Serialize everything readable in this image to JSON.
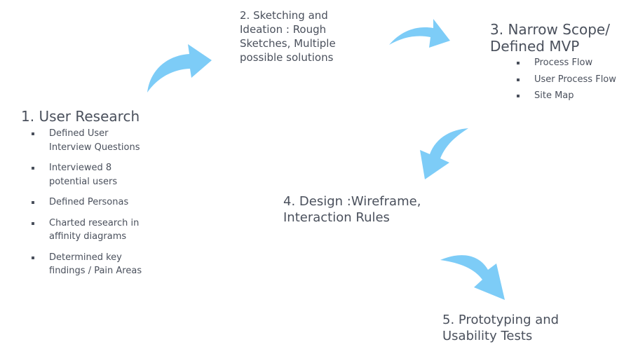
{
  "steps": {
    "step1": {
      "title": "1. User Research",
      "bullets": [
        "Defined User Interview Questions",
        "Interviewed 8 potential users",
        "Defined Personas",
        "Charted research in affinity diagrams",
        "Determined key findings / Pain Areas"
      ]
    },
    "step2": {
      "line1": "2. Sketching and",
      "line2": "Ideation : Rough",
      "line3": "Sketches, Multiple",
      "line4": "possible solutions"
    },
    "step3": {
      "line1": "3. Narrow Scope/",
      "line2": "Defined MVP",
      "bullets": [
        "Process Flow",
        "User Process Flow",
        "Site Map"
      ]
    },
    "step4": {
      "line1": "4. Design :Wireframe,",
      "line2": "Interaction Rules"
    },
    "step5": {
      "line1": "5. Prototyping and",
      "line2": "Usability Tests"
    }
  },
  "colors": {
    "arrow": "#7dccf7",
    "text": "#4a505c"
  },
  "icons": [
    "curved-arrow-icon"
  ]
}
